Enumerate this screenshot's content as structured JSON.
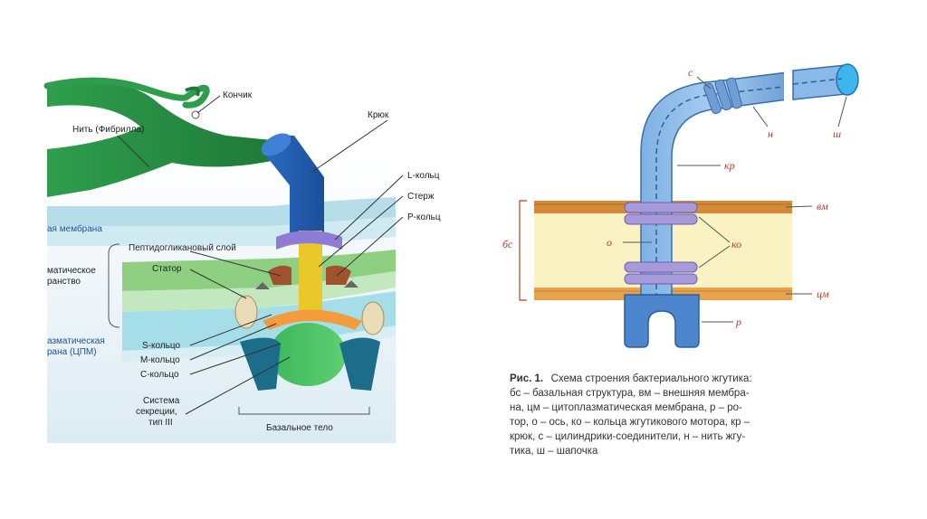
{
  "left_diagram": {
    "labels": {
      "tip": "Кончик",
      "filament": "Нить (Фибрилла)",
      "hook": "Крюк",
      "l_ring": "L-кольц",
      "rod": "Стерж",
      "p_ring": "P-кольц",
      "peptidoglycan": "Пептидогликановый слой",
      "stator": "Статор",
      "s_ring": "S-кольцо",
      "m_ring": "M-кольцо",
      "c_ring": "C-кольцо",
      "secretion_1": "Система",
      "secretion_2": "секреции,",
      "secretion_3": "тип III",
      "basal_body": "Базальное тело",
      "outer_membrane": "ая мембрана",
      "periplasm_1": "матическое",
      "periplasm_2": "ранство",
      "cpm_1": "азматическая",
      "cpm_2": "рана (ЦПМ)"
    }
  },
  "right_diagram": {
    "labels": {
      "c": "с",
      "n": "н",
      "sh": "ш",
      "kr": "кр",
      "vm": "вм",
      "bs": "бс",
      "o": "о",
      "ko": "ко",
      "cm": "цм",
      "r": "р"
    },
    "caption": {
      "prefix": "Рис. 1.",
      "line1": "Схема строения бактериального жгутика:",
      "line2": "бс – базальная структура, вм – внешняя мембра-",
      "line3": "на, цм – цитоплазматическая мембрана, р – ро-",
      "line4": "тор, о – ось, ко – кольца жгутикового мотора, кр –",
      "line5": "крюк, с – цилиндрики-соединители, н – нить жгу-",
      "line6": "тика, ш – шапочка"
    }
  }
}
